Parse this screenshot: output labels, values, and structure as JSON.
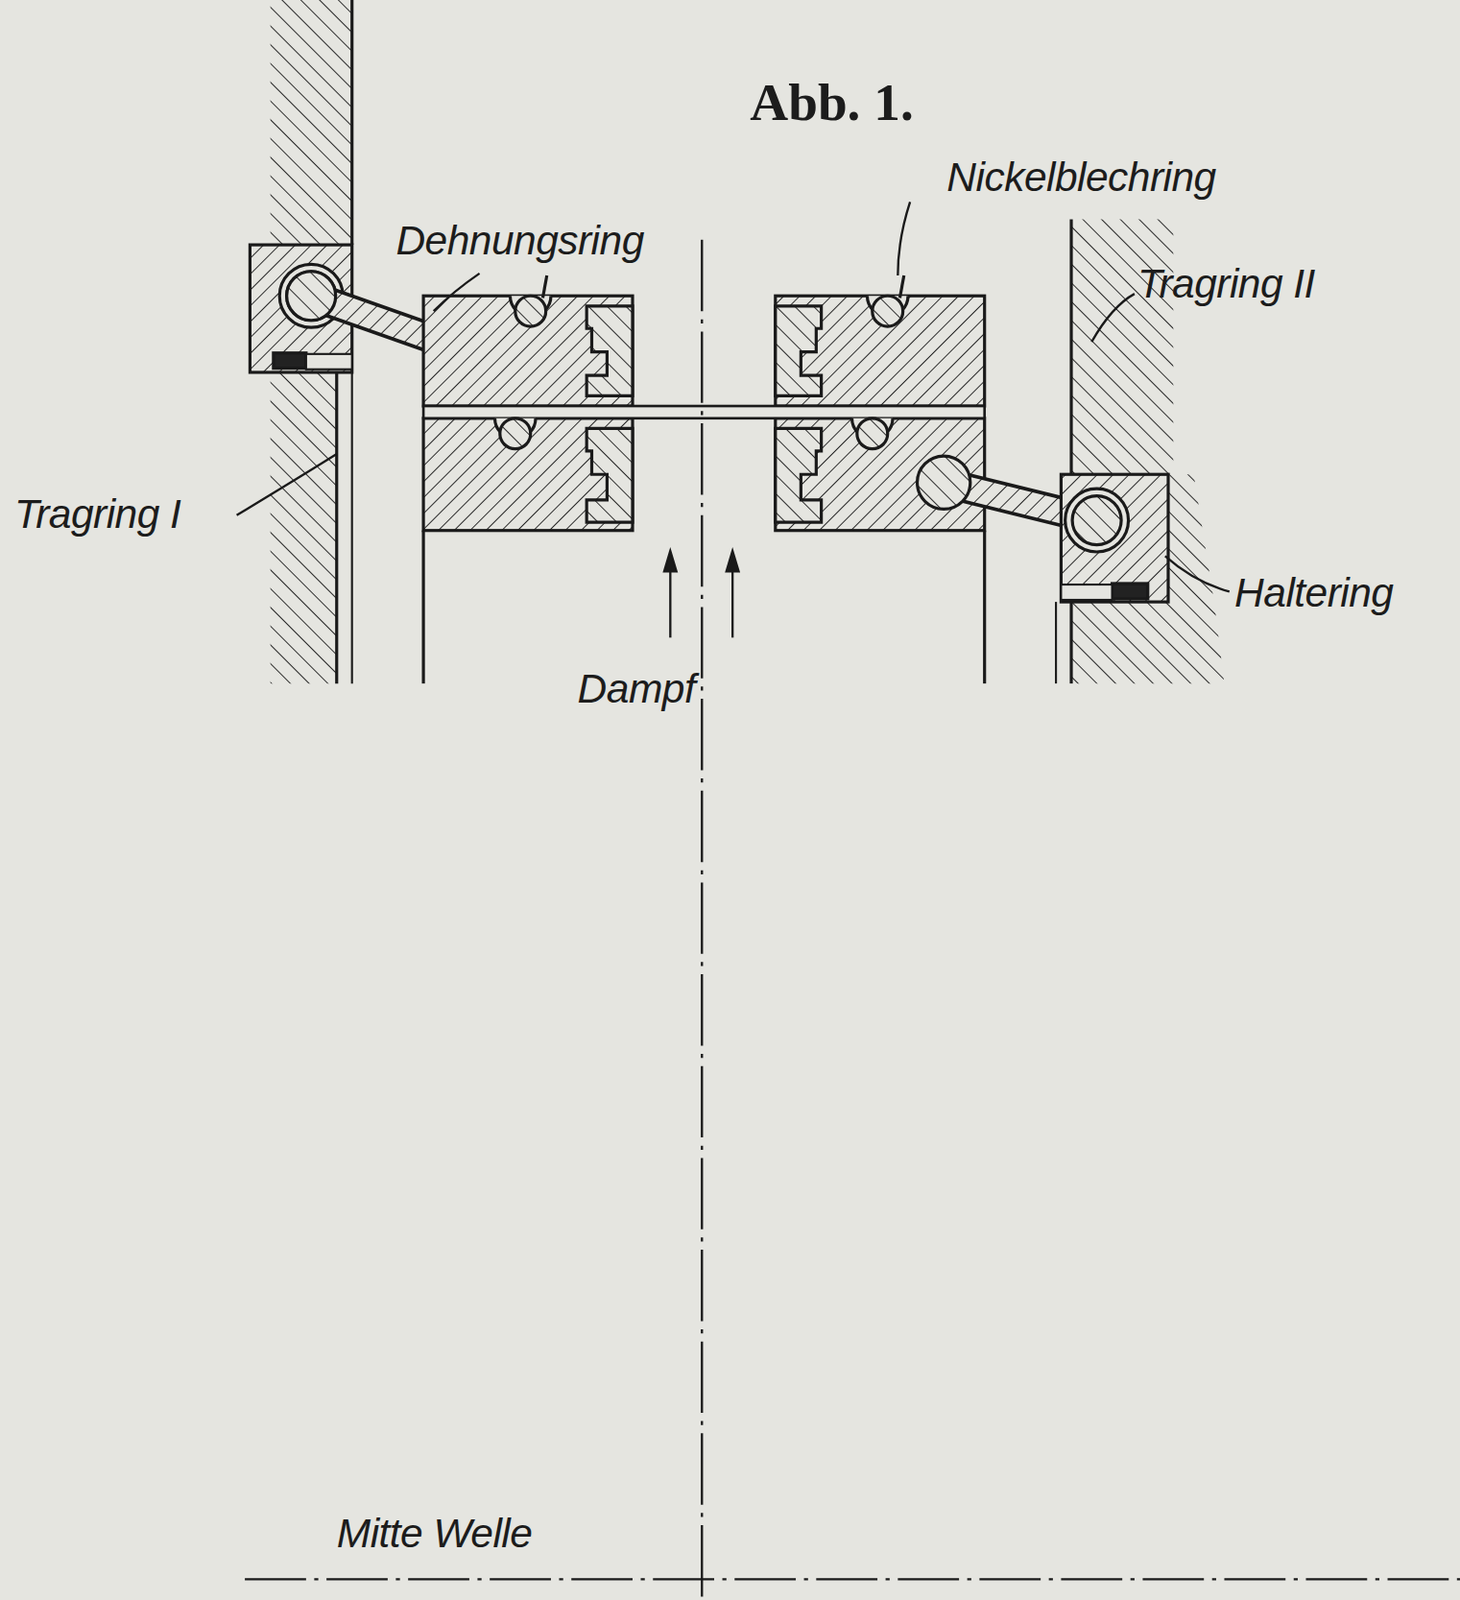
{
  "diagram": {
    "title": "Abb. 1.",
    "labels": [
      "Nickelblechring",
      "Dehnungsring",
      "Tragring II",
      "Tragring I",
      "Haltering",
      "Dampf",
      "Mitte Welle"
    ]
  }
}
